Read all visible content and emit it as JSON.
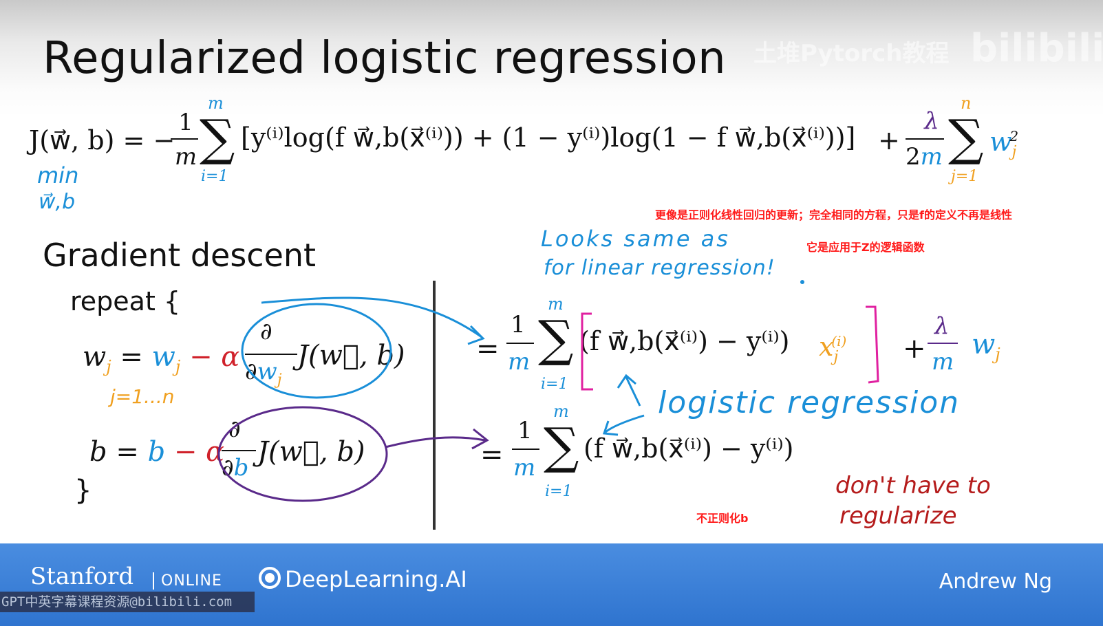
{
  "title": "Regularized logistic regression",
  "watermark": {
    "text": "土堆Pytorch教程",
    "logo": "bilibili"
  },
  "cost": {
    "lhs": "J(w⃗, b) = −",
    "frac_num": "1",
    "frac_den": "m",
    "sum_top": "m",
    "sum_bottom": "i=1",
    "body": "[y⁽ⁱ⁾log(f w⃗,b(x⃗⁽ⁱ⁾)) + (1 − y⁽ⁱ⁾)log(1 − f w⃗,b(x⃗⁽ⁱ⁾))]",
    "reg_num": "λ",
    "reg_den": "2m",
    "reg_sum_top": "n",
    "reg_sum_bottom": "j=1",
    "reg_term": "w",
    "reg_term_sub": "j",
    "reg_term_sup": "2",
    "min_label": "min",
    "min_sub": "w⃗,b"
  },
  "notes": {
    "note1": "更像是正则化线性回归的更新；完全相同的方程，只是f的定义不再是线性",
    "note2": "它是应用于Z的逻辑函数",
    "note3": "不正则化b"
  },
  "handwriting": {
    "looks_same_1": "Looks same as",
    "looks_same_2": "for linear regression!",
    "logistic": "logistic regression",
    "dont_1": "don't have to",
    "dont_2": "regularize",
    "j_range": "j=1...n"
  },
  "gradient": {
    "heading": "Gradient descent",
    "repeat": "repeat {",
    "close": "}",
    "w_update_lhs": "w",
    "w_sub": "j",
    "w_eq": " = ",
    "w_rhs": "w",
    "minus_alpha": " − α",
    "partial": "∂",
    "w_den": "∂w",
    "J": "J(w⃗, b)",
    "b_lhs": "b",
    "b_rhs": "b",
    "b_den": "∂b"
  },
  "derivatives": {
    "eq": "=",
    "frac_num": "1",
    "frac_den": "m",
    "sum_top": "m",
    "sum_bottom": "i=1",
    "w_body": "(f w⃗,b(x⃗⁽ⁱ⁾) − y⁽ⁱ⁾)",
    "x_term": "x",
    "x_sub": "j",
    "x_sup": "(i)",
    "reg_plus": "+",
    "reg_num": "λ",
    "reg_den": "m",
    "reg_w": "w",
    "reg_w_sub": "j",
    "b_body": "(f w⃗,b(x⃗⁽ⁱ⁾) − y⁽ⁱ⁾)"
  },
  "footer": {
    "stanford": "Stanford",
    "online": "ONLINE",
    "deeplearning": "DeepLearning.AI",
    "author": "Andrew Ng"
  },
  "credit": "GPT中英字幕课程资源@bilibili.com"
}
